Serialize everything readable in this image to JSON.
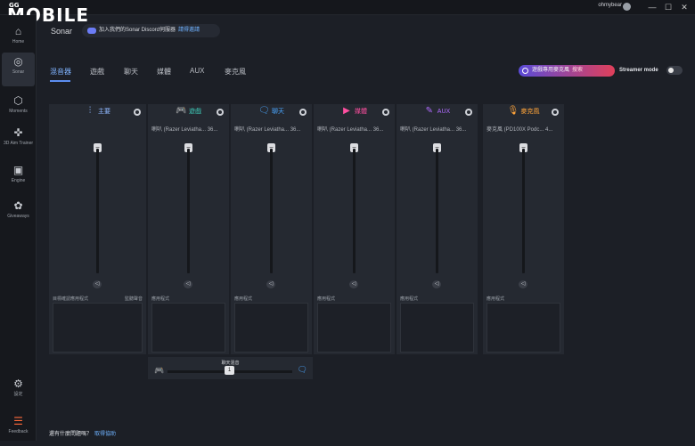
{
  "window": {
    "brand": "GG",
    "username": "ohmybear",
    "min": "—",
    "max": "☐",
    "close": "✕"
  },
  "logo": {
    "text": "MOBILE",
    "small": "GG"
  },
  "sidebar": [
    {
      "label": "Home",
      "icon": "⌂"
    },
    {
      "label": "Sonar",
      "icon": "◎"
    },
    {
      "label": "Moments",
      "icon": "⬡"
    },
    {
      "label": "3D Aim Trainer",
      "icon": "✜"
    },
    {
      "label": "Engine",
      "icon": "▣"
    },
    {
      "label": "Giveaways",
      "icon": "✿"
    },
    {
      "label": "設定",
      "icon": "⚙"
    },
    {
      "label": "Feedback",
      "icon": "☰"
    }
  ],
  "header": {
    "title": "Sonar",
    "discord_text": "加入我們的Sonar Discord伺服器",
    "discord_join": "請得邀請"
  },
  "tabs": [
    "混音器",
    "遊戲",
    "聊天",
    "媒體",
    "AUX",
    "麥克風"
  ],
  "pill": {
    "text": "遊戲專用麥克風",
    "search": "搜索"
  },
  "streamer_label": "Streamer mode",
  "colors": {
    "master": "#8fb8ff",
    "game": "#3ec7b5",
    "chat": "#4aa6ff",
    "media": "#ff4fa0",
    "aux": "#b06bff",
    "mic": "#ffa43a"
  },
  "panels": [
    {
      "id": "master",
      "label": "主要",
      "icon": "⫶",
      "device": "",
      "app_label": "目標確認應用程式",
      "app_extra": "監聽聲音"
    },
    {
      "id": "game",
      "label": "遊戲",
      "icon": "🎮",
      "device": "喇叭 (Razer Leviatha... 36...",
      "app_label": "應用程式"
    },
    {
      "id": "chat",
      "label": "聊天",
      "icon": "🗨",
      "device": "喇叭 (Razer Leviatha... 36...",
      "app_label": "應用程式"
    },
    {
      "id": "media",
      "label": "媒體",
      "icon": "▶",
      "device": "喇叭 (Razer Leviatha... 36...",
      "app_label": "應用程式"
    },
    {
      "id": "aux",
      "label": "AUX",
      "icon": "✎",
      "device": "喇叭 (Razer Leviatha... 36...",
      "app_label": "應用程式"
    },
    {
      "id": "mic",
      "label": "麥克風",
      "icon": "🎙",
      "device": "麥克風 (PD100X Podc... 4...",
      "app_label": "應用程式"
    }
  ],
  "chatmix": {
    "label": "聊天混音",
    "value": "1"
  },
  "help": {
    "question": "還有什麼問題嗎？",
    "link": "取得協助"
  }
}
